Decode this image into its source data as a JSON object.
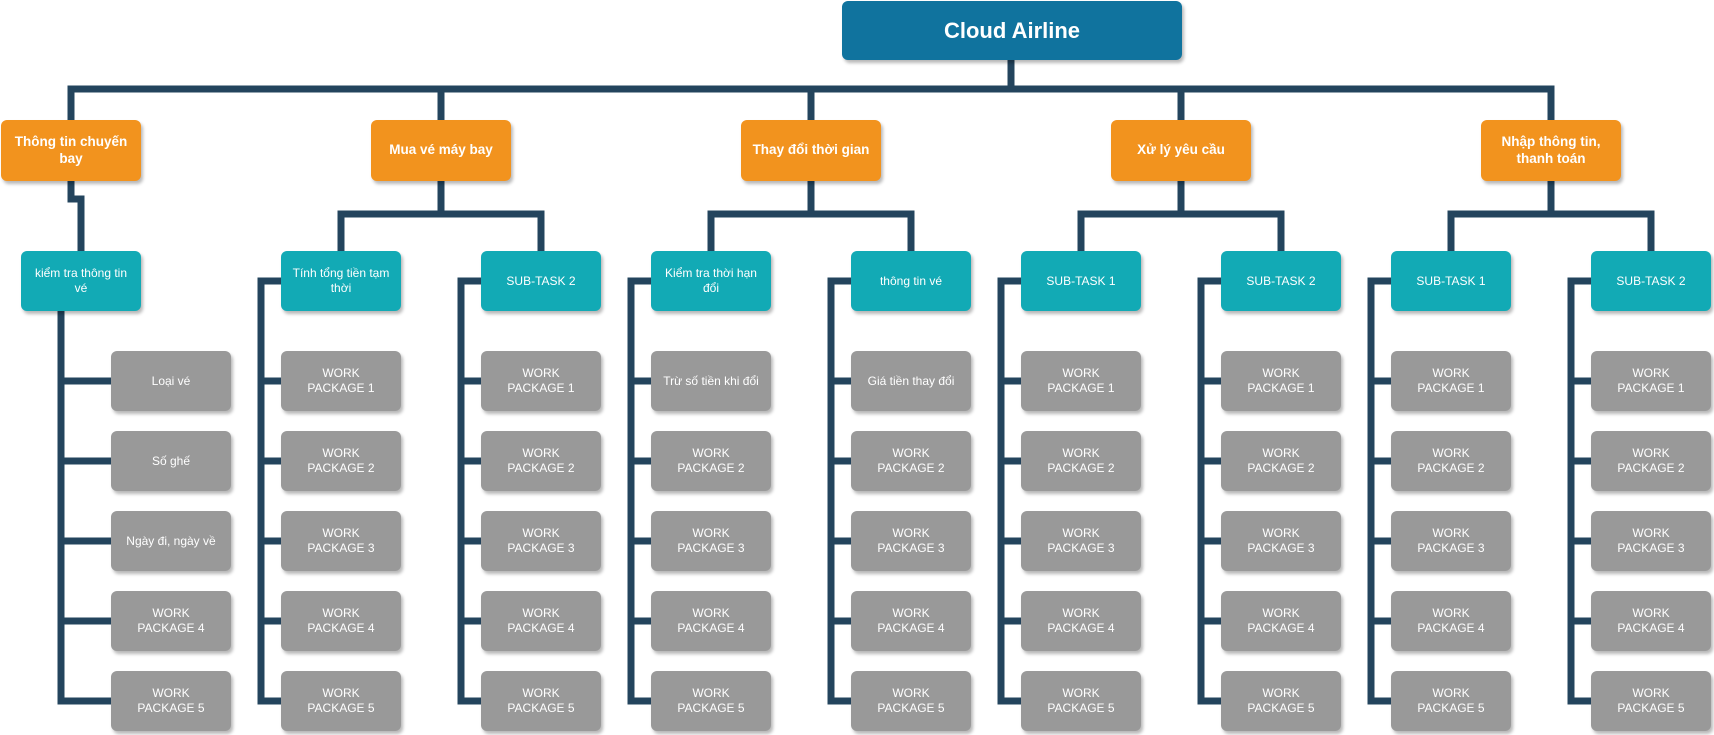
{
  "title": "Cloud Airline",
  "colors": {
    "root": "#10739e",
    "category": "#f2931e",
    "subtask": "#12aab5",
    "work_package": "#999999",
    "connector": "#23445d"
  },
  "branches": [
    {
      "label": "Thông tin chuyến\nbay",
      "subtasks": [
        {
          "label": "kiểm tra thông tin vé",
          "items": [
            "Loại vé",
            "Số ghế",
            "Ngày đi, ngày về",
            "WORK\nPACKAGE 4",
            "WORK\nPACKAGE 5"
          ]
        }
      ]
    },
    {
      "label": "Mua vé máy bay",
      "subtasks": [
        {
          "label": "Tính tổng tiền tạm\nthời",
          "items": [
            "WORK\nPACKAGE 1",
            "WORK\nPACKAGE 2",
            "WORK\nPACKAGE 3",
            "WORK\nPACKAGE 4",
            "WORK\nPACKAGE 5"
          ]
        },
        {
          "label": "SUB-TASK 2",
          "items": [
            "WORK\nPACKAGE 1",
            "WORK\nPACKAGE 2",
            "WORK\nPACKAGE 3",
            "WORK\nPACKAGE 4",
            "WORK\nPACKAGE 5"
          ]
        }
      ]
    },
    {
      "label": "Thay đổi thời gian",
      "subtasks": [
        {
          "label": "Kiểm tra thời hạn đổi",
          "items": [
            "Trừ số tiền khi đổi",
            "WORK\nPACKAGE 2",
            "WORK\nPACKAGE 3",
            "WORK\nPACKAGE 4",
            "WORK\nPACKAGE 5"
          ]
        },
        {
          "label": "thông tin vé",
          "items": [
            "Giá tiền thay đổi",
            "WORK\nPACKAGE 2",
            "WORK\nPACKAGE 3",
            "WORK\nPACKAGE 4",
            "WORK\nPACKAGE 5"
          ]
        }
      ]
    },
    {
      "label": "Xử lý yêu cầu",
      "subtasks": [
        {
          "label": "SUB-TASK 1",
          "items": [
            "WORK\nPACKAGE 1",
            "WORK\nPACKAGE 2",
            "WORK\nPACKAGE 3",
            "WORK\nPACKAGE 4",
            "WORK\nPACKAGE 5"
          ]
        },
        {
          "label": "SUB-TASK 2",
          "items": [
            "WORK\nPACKAGE 1",
            "WORK\nPACKAGE 2",
            "WORK\nPACKAGE 3",
            "WORK\nPACKAGE 4",
            "WORK\nPACKAGE 5"
          ]
        }
      ]
    },
    {
      "label": "Nhập thông tin,\nthanh toán",
      "subtasks": [
        {
          "label": "SUB-TASK 1",
          "items": [
            "WORK\nPACKAGE 1",
            "WORK\nPACKAGE 2",
            "WORK\nPACKAGE 3",
            "WORK\nPACKAGE 4",
            "WORK\nPACKAGE 5"
          ]
        },
        {
          "label": "SUB-TASK 2",
          "items": [
            "WORK\nPACKAGE 1",
            "WORK\nPACKAGE 2",
            "WORK\nPACKAGE 3",
            "WORK\nPACKAGE 4",
            "WORK\nPACKAGE 5"
          ]
        }
      ]
    }
  ]
}
